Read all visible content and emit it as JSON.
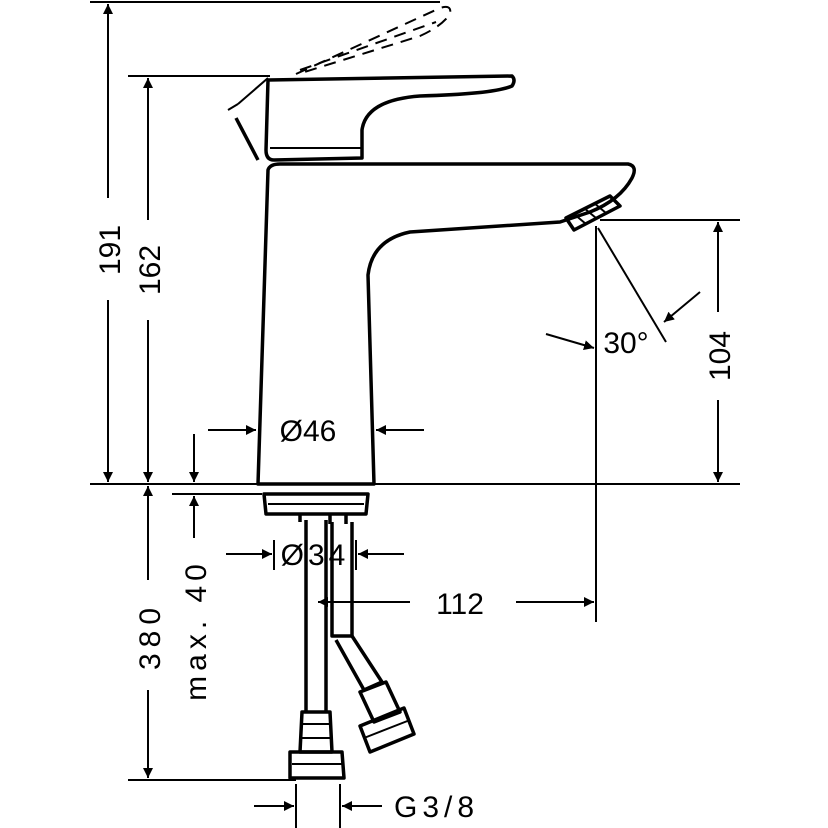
{
  "dimensions": {
    "total_height": "191",
    "spout_height": "162",
    "outlet_height": "104",
    "body_diameter": "Ø46",
    "hole_diameter": "Ø34",
    "reach": "112",
    "angle": "30°",
    "connection_length": "380",
    "deck_thickness": "max. 40",
    "thread": "G3/8"
  }
}
